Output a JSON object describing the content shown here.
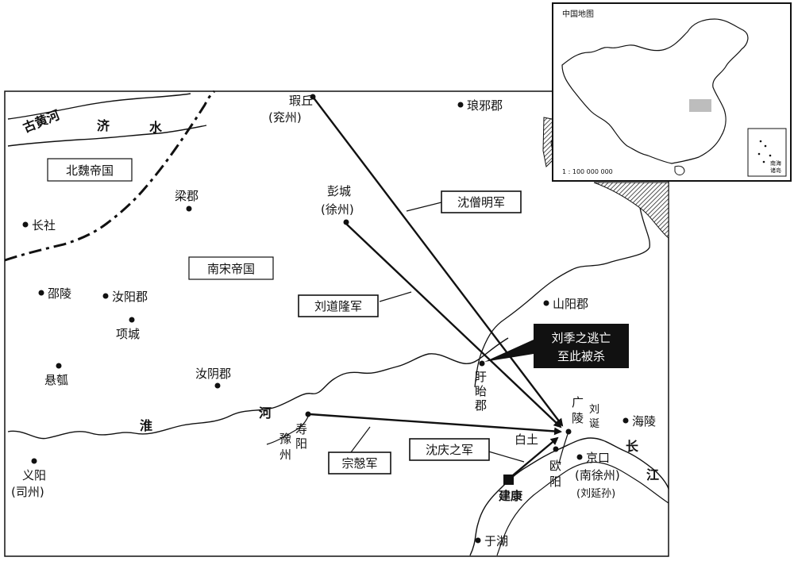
{
  "inset": {
    "title": "中国地图",
    "scale": "1 : 100 000 000",
    "south_sea_label_1": "南海",
    "south_sea_label_2": "诸岛"
  },
  "regions": {
    "north_wei": "北魏帝国",
    "south_song": "南宋帝国"
  },
  "rivers": {
    "old_yellow_river": "古黄河",
    "ji_1": "济",
    "ji_2": "水",
    "huai_1": "淮",
    "huai_2": "河",
    "yangtze_1": "长",
    "yangtze_2": "江"
  },
  "places": {
    "xiaqiu": "瑕丘",
    "xiaqiu_note": "(兖州)",
    "langya": "琅邪郡",
    "liangjun": "梁郡",
    "pengcheng": "彭城",
    "pengcheng_note": "(徐州)",
    "changshe": "长社",
    "shaoling": "邵陵",
    "ruyangjun": "汝阳郡",
    "xiangcheng": "项城",
    "xuanhu": "悬瓠",
    "ruyinjun": "汝阴郡",
    "shanyangjun": "山阳郡",
    "xuyi_1": "盱",
    "xuyi_2": "眙",
    "xuyi_3": "郡",
    "shouyang_1": "寿",
    "shouyang_2": "阳",
    "yuzhou_1": "豫",
    "yuzhou_2": "州",
    "yiyang": "义阳",
    "yiyang_note": "(司州)",
    "guangling_1": "广",
    "guangling_2": "陵",
    "liudan_1": "刘",
    "liudan_2": "诞",
    "hailing": "海陵",
    "baitu": "白土",
    "ouyang_1": "欧",
    "ouyang_2": "阳",
    "jingkou": "京口",
    "jingkou_note": "(南徐州)",
    "liuyansun": "(刘延孙)",
    "jiankang": "建康",
    "yuhu": "于湖"
  },
  "armies": {
    "shen_sengming": "沈僧明军",
    "liu_daolong": "刘道隆军",
    "zong_que": "宗慤军",
    "shen_qingzhi": "沈庆之军"
  },
  "callout": {
    "line_1": "刘季之逃亡",
    "line_2": "至此被杀"
  }
}
